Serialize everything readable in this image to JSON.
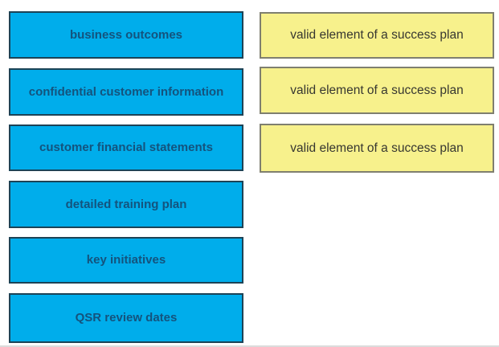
{
  "question": {
    "kind": "drag-and-drop-matching",
    "left_column": {
      "items": [
        {
          "label": "business outcomes"
        },
        {
          "label": "confidential customer information"
        },
        {
          "label": "customer financial statements"
        },
        {
          "label": "detailed training plan"
        },
        {
          "label": "key initiatives"
        },
        {
          "label": "QSR review dates"
        }
      ]
    },
    "right_column": {
      "items": [
        {
          "label": "valid element of a success plan"
        },
        {
          "label": "valid element of a success plan"
        },
        {
          "label": "valid element of a success plan"
        }
      ]
    }
  },
  "colors": {
    "source_fill": "#00adeb",
    "source_border": "#1d4356",
    "source_text": "#14537d",
    "target_fill": "#f7f18c",
    "target_border": "#7f7f6f",
    "target_text": "#373731"
  }
}
